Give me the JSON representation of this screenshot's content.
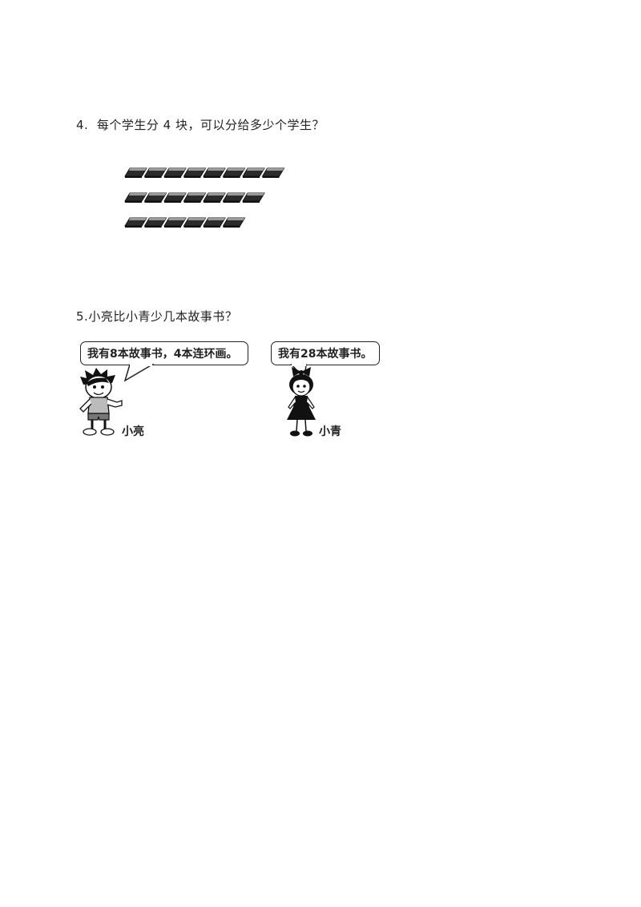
{
  "questions": [
    {
      "number": "4.",
      "text": "每个学生分 4 块，可以分给多少个学生？"
    },
    {
      "number": "5.",
      "text": "小亮比小青少几本故事书？"
    }
  ],
  "erasers": {
    "rows": [
      8,
      7,
      6
    ],
    "total": 21
  },
  "characters": [
    {
      "name": "小亮",
      "speech": "我有8本故事书，4本连环画。"
    },
    {
      "name": "小青",
      "speech": "我有28本故事书。"
    }
  ]
}
